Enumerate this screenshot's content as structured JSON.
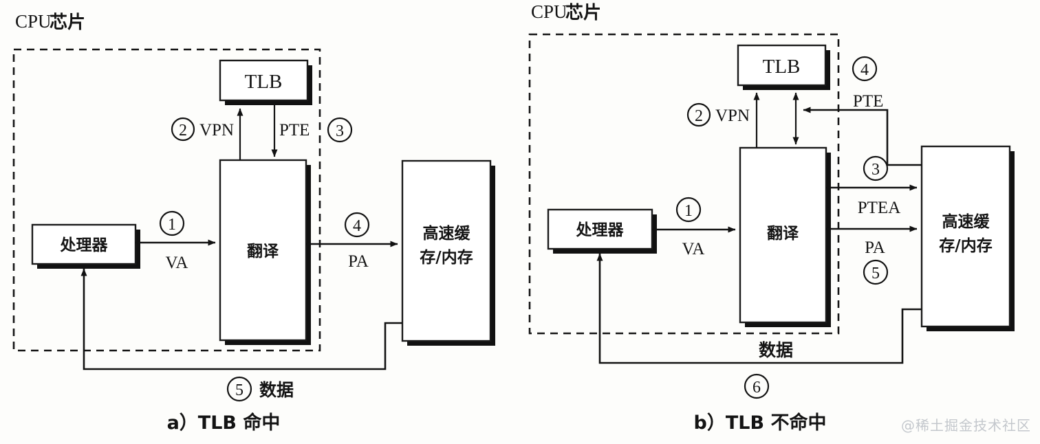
{
  "figure": {
    "title_a": "a）TLB 命中",
    "title_b": "b）TLB 不命中",
    "watermark": "@稀土掘金技术社区"
  },
  "panel_a": {
    "chip_label_en": "CPU",
    "chip_label_cjk": "芯片",
    "boxes": {
      "processor": "处理器",
      "translate": "翻译",
      "tlb": "TLB",
      "cache_line1": "高速缓",
      "cache_line2": "存/内存"
    },
    "edges": {
      "va_num": "1",
      "va_label": "VA",
      "vpn_num": "2",
      "vpn_label": "VPN",
      "pte_num": "3",
      "pte_label": "PTE",
      "pa_num": "4",
      "pa_label": "PA",
      "data_num": "5",
      "data_label": "数据"
    }
  },
  "panel_b": {
    "chip_label_en": "CPU",
    "chip_label_cjk": "芯片",
    "boxes": {
      "processor": "处理器",
      "translate": "翻译",
      "tlb": "TLB",
      "cache_line1": "高速缓",
      "cache_line2": "存/内存"
    },
    "edges": {
      "va_num": "1",
      "va_label": "VA",
      "vpn_num": "2",
      "vpn_label": "VPN",
      "ptea_num": "3",
      "ptea_label": "PTEA",
      "pte_num": "4",
      "pte_label": "PTE",
      "pa_num": "5",
      "pa_label": "PA",
      "data_num": "6",
      "data_label": "数据"
    }
  }
}
